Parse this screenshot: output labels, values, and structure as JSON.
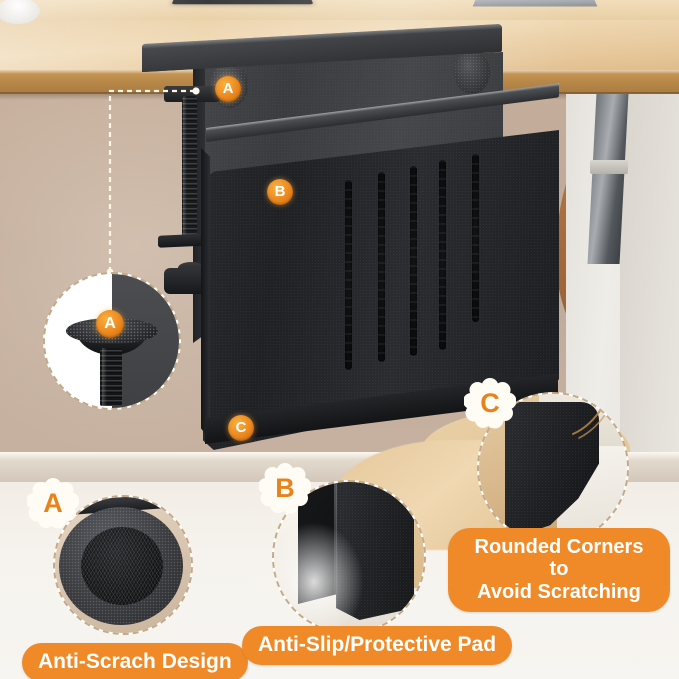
{
  "scene": {
    "description": "Under-desk laptop holder clamped to a wooden desk, shown with lettered feature callouts",
    "background_color": "#F5F2EE",
    "desk_wood_color": "#EACFA6",
    "wall_color": "#C4AD9A",
    "product_color": "#222428",
    "accent_color": "#F08A28",
    "badge_color": "#E8821A"
  },
  "product_markers": [
    {
      "id": "marker-a-top",
      "letter": "A"
    },
    {
      "id": "marker-b-front",
      "letter": "B"
    },
    {
      "id": "marker-c-bottom",
      "letter": "C"
    }
  ],
  "detail_circles": {
    "screw": {
      "marker_letter": "A",
      "name": "thumbscrew-clamp-detail"
    },
    "anti_scratch": {
      "marker_letter": "A",
      "name": "anti-scratch-pad-detail",
      "caption": "Anti-Scrach Design"
    },
    "anti_slip": {
      "marker_letter": "B",
      "name": "anti-slip-pad-detail",
      "caption": "Anti-Slip/Protective Pad"
    },
    "rounded_corner": {
      "marker_letter": "C",
      "name": "rounded-corner-detail",
      "caption_line_1": "Rounded Corners to",
      "caption_line_2": "Avoid Scratching"
    }
  }
}
